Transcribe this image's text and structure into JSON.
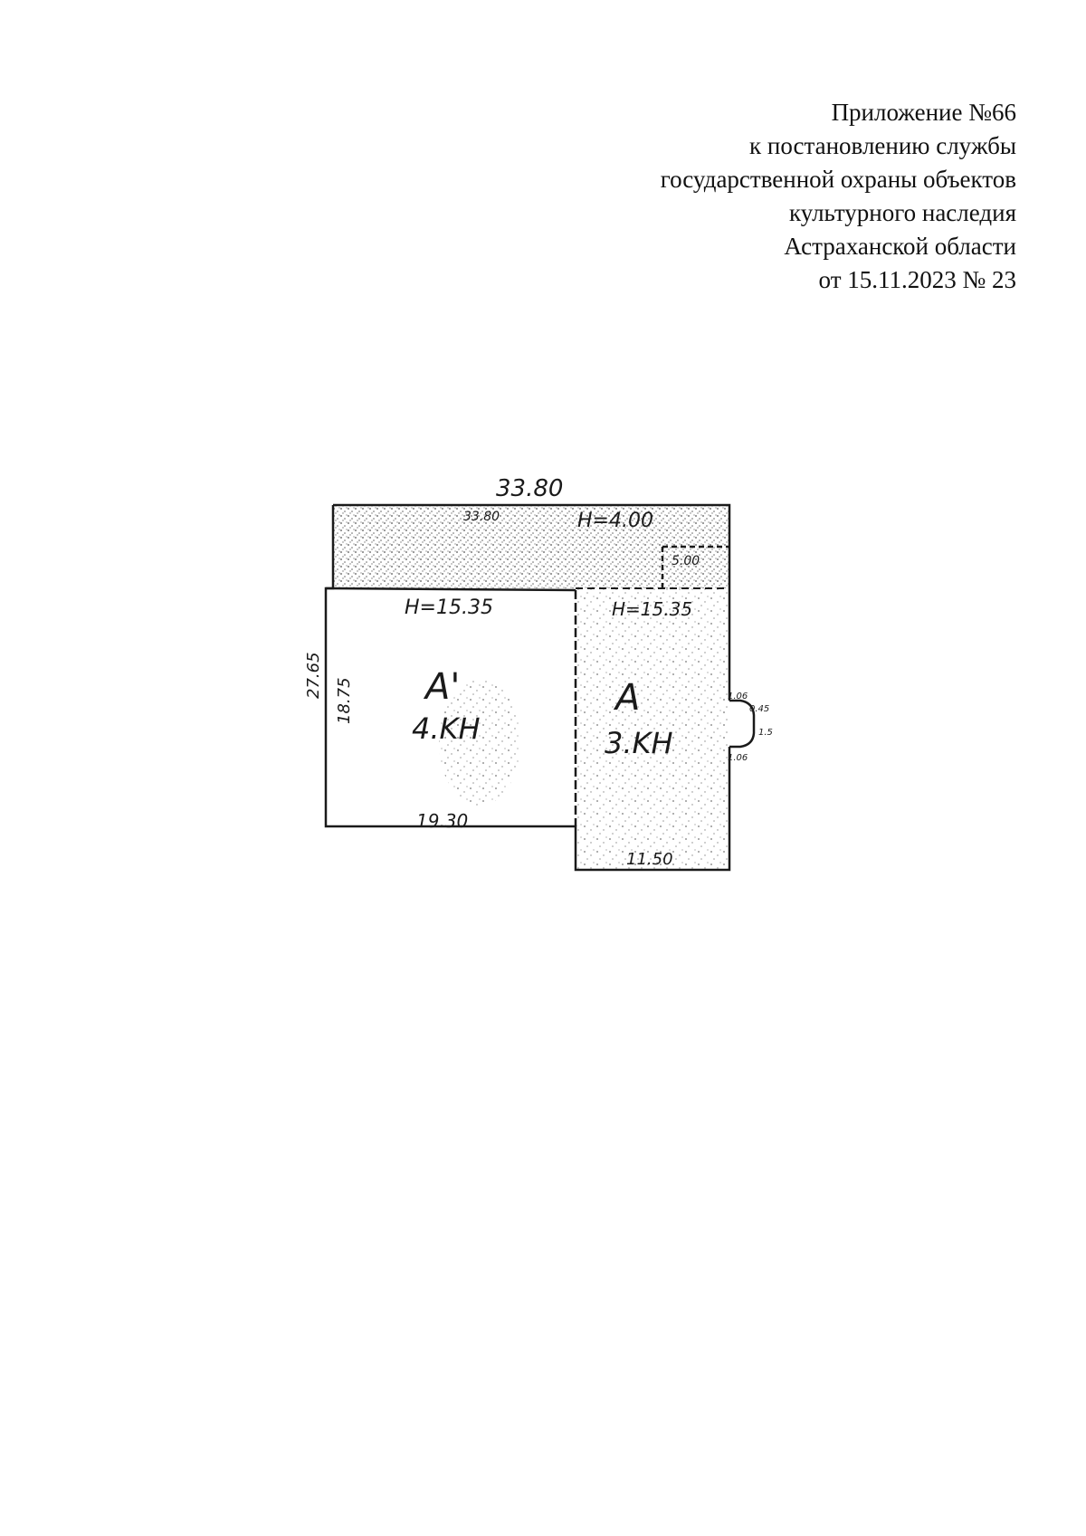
{
  "header": {
    "line1": "Приложение №66",
    "line2": "к постановлению службы",
    "line3": "государственной охраны объектов",
    "line4": "культурного наследия",
    "line5": "Астраханской области",
    "line6": "от 15.11.2023 № 23"
  },
  "plan": {
    "top_length": "33.80",
    "top_inner_note": "33.80",
    "height_top": "H=4.00",
    "small_block_label": "5.00",
    "height_left": "H=15.35",
    "height_right": "H=15.35",
    "left_total": "27.65",
    "left_inner": "18.75",
    "room_left_label": "A'",
    "room_left_floors": "4.KH",
    "room_right_label": "A",
    "room_right_floors": "3.KH",
    "bottom_left": "19.30",
    "bottom_right": "11.50",
    "bay_top": "1.06",
    "bay_side": "0.45",
    "bay_depth": "1.5",
    "bay_bottom": "1.06"
  }
}
